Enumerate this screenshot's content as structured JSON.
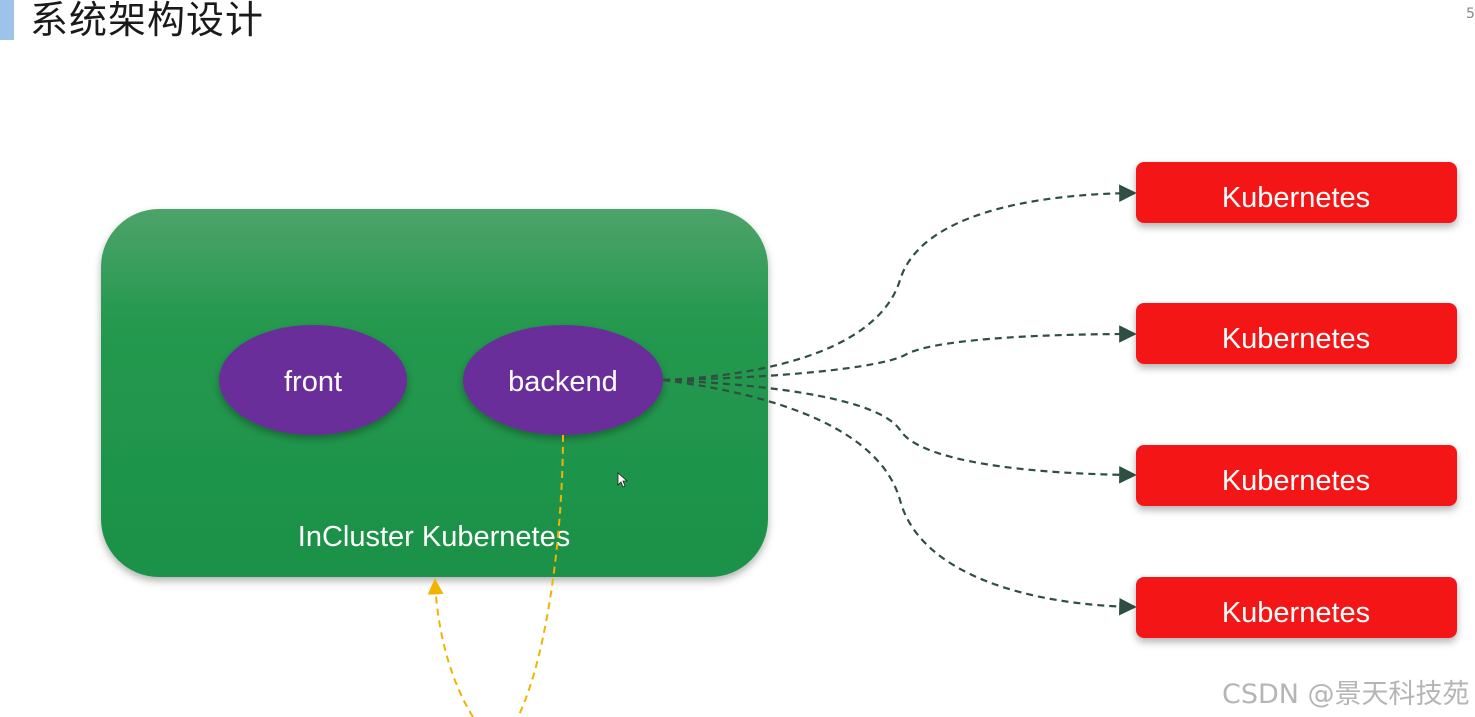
{
  "header": {
    "title": "系统架构设计",
    "corner_mark": "5"
  },
  "diagram": {
    "cluster": {
      "label": "InCluster Kubernetes",
      "color": "#1e9448"
    },
    "services": [
      {
        "id": "front",
        "label": "front",
        "color": "#6a2f9a"
      },
      {
        "id": "backend",
        "label": "backend",
        "color": "#6a2f9a"
      }
    ],
    "remote_clusters": [
      {
        "label": "Kubernetes",
        "color": "#f41818"
      },
      {
        "label": "Kubernetes",
        "color": "#f41818"
      },
      {
        "label": "Kubernetes",
        "color": "#f41818"
      },
      {
        "label": "Kubernetes",
        "color": "#f41818"
      }
    ],
    "connector_color": "#2f4f42",
    "loop_color": "#f0b400"
  },
  "watermark": "CSDN @景天科技苑"
}
